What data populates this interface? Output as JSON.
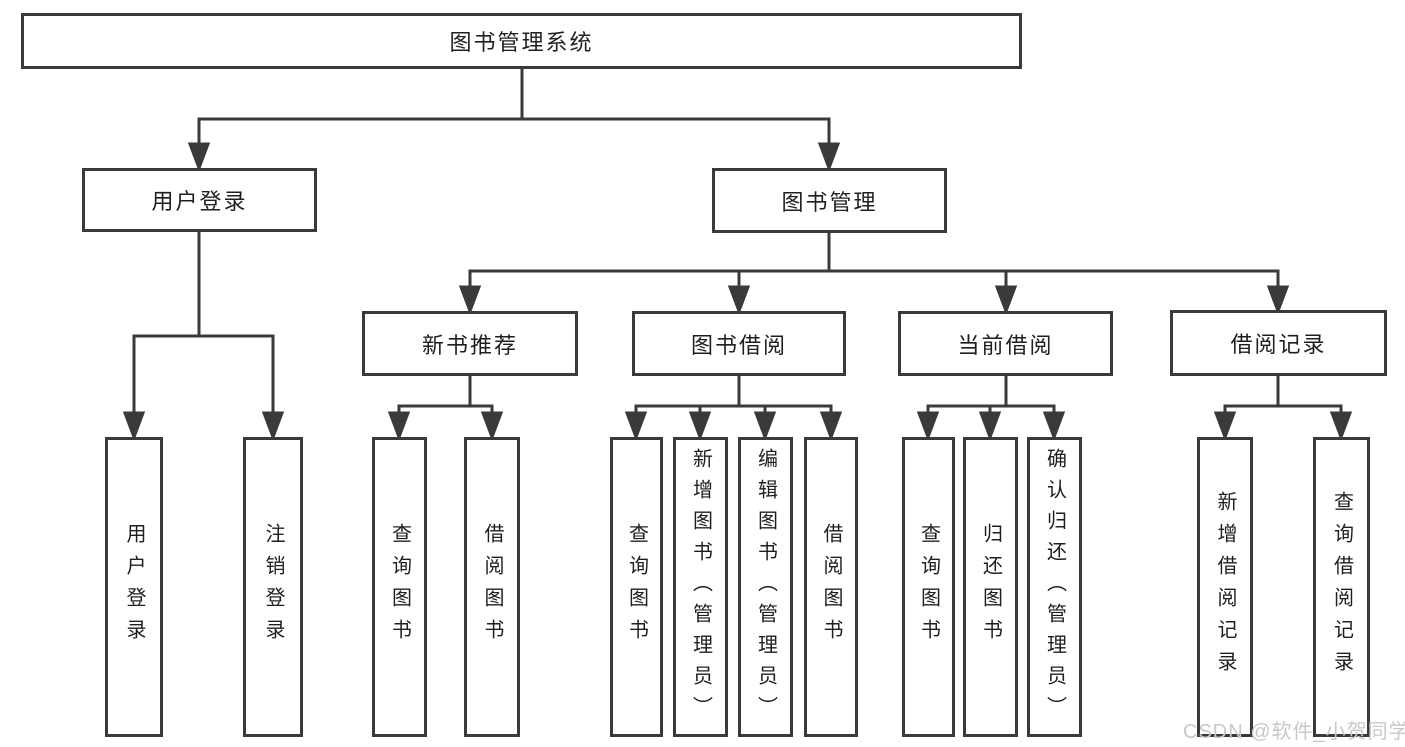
{
  "diagram": {
    "root": "图书管理系统",
    "level2": {
      "user_login": "用户登录",
      "book_mgmt": "图书管理"
    },
    "level3": {
      "new_book_rec": "新书推荐",
      "book_borrow": "图书借阅",
      "current_borrow": "当前借阅",
      "borrow_record": "借阅记录"
    },
    "leaves": {
      "user_login_leaf": "用户登录",
      "logout": "注销登录",
      "rec_query_book": "查询图书",
      "rec_borrow_book": "借阅图书",
      "bb_query_book": "查询图书",
      "bb_add_book": "新增图书（管理员）",
      "bb_edit_book": "编辑图书（管理员）",
      "bb_borrow_book": "借阅图书",
      "cb_query_book": "查询图书",
      "cb_return_book": "归还图书",
      "cb_confirm_return": "确认归还（管理员）",
      "br_add_record": "新增借阅记录",
      "br_query_record": "查询借阅记录"
    },
    "line_color": "#3a3a3a"
  },
  "watermark": "CSDN @软件_小贺同学"
}
